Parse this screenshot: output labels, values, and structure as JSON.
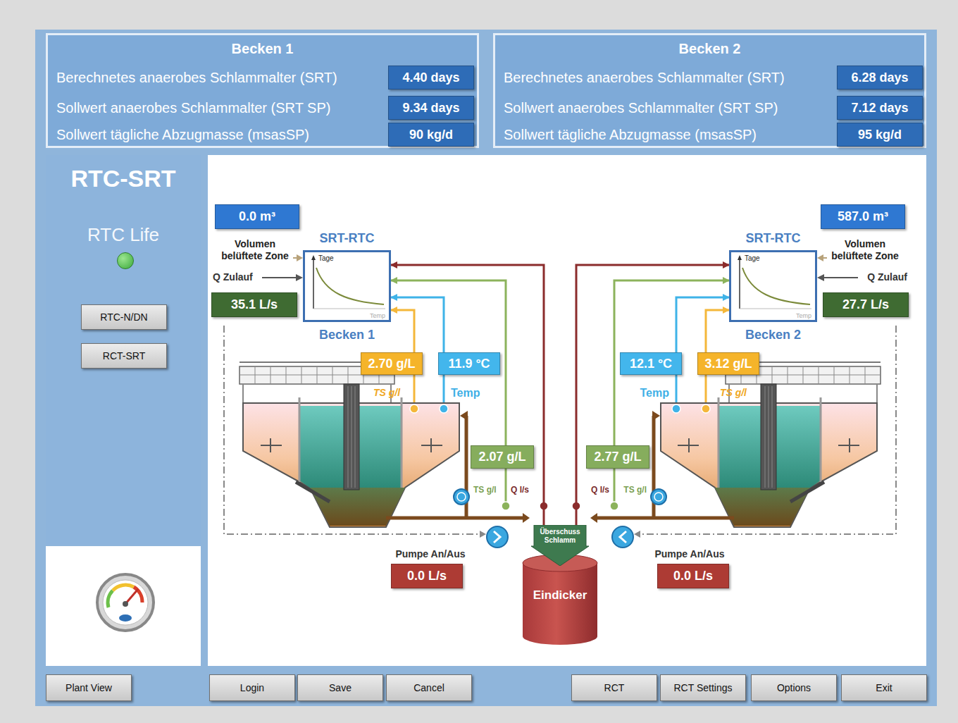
{
  "diagram": {
    "nodes": [
      {
        "text": [
          "Becken 1",
          "Berechnetes anaerobes Schlammalter (SRT)",
          "Sollwert anaerobes Schlammalter (SRT SP)",
          "Sollwert tägliche Abzugmasse (msasSP)"
        ]
      },
      {
        "text": [
          "4.40 days"
        ],
        "in": 0
      },
      {
        "text": [
          "9.34 days"
        ],
        "in": 0
      },
      {
        "text": [
          "90 kg/d"
        ],
        "in": 0
      },
      {
        "text": [
          "Becken 2",
          "Berechnetes anaerobes Schlammalter (SRT)",
          "Sollwert anaerobes Schlammalter (SRT SP)",
          "Sollwert tägliche Abzugmasse (msasSP)"
        ]
      },
      {
        "text": [
          "6.28 days"
        ],
        "in": 4
      },
      {
        "text": [
          "7.12 days"
        ],
        "in": 4
      },
      {
        "text": [
          "95 kg/d"
        ],
        "in": 4
      },
      {
        "text": [
          "RTC-SRT",
          "RTC Life"
        ]
      },
      {
        "text": [
          "RTC-N/DN"
        ],
        "in": 8
      },
      {
        "text": [
          "RCT-SRT"
        ],
        "in": 8
      },
      {
        "text": [
          "0.0 m³"
        ]
      },
      {
        "text": [
          "SRT-RTC",
          "Tage",
          "Temp",
          "Becken 1"
        ]
      },
      {
        "text": [
          "35.1 L/s"
        ]
      },
      {
        "text": [
          "2.70 g/L"
        ]
      },
      {
        "text": [
          "11.9 °C"
        ]
      },
      {
        "text": [
          "2.07 g/L"
        ]
      },
      {
        "text": [
          "0.0 L/s"
        ]
      },
      {
        "text": [
          "587.0 m³"
        ]
      },
      {
        "text": [
          "SRT-RTC",
          "Tage",
          "Temp",
          "Becken 2"
        ]
      },
      {
        "text": [
          "27.7 L/s"
        ]
      },
      {
        "text": [
          "12.1 °C"
        ]
      },
      {
        "text": [
          "3.12 g/L"
        ]
      },
      {
        "text": [
          "2.77 g/L"
        ]
      },
      {
        "text": [
          "0.0 L/s"
        ]
      },
      {
        "text": [
          "Überschuss Schlamm"
        ]
      },
      {
        "text": [
          "Eindicker"
        ]
      },
      {
        "text": [
          "Plant View"
        ]
      },
      {
        "text": [
          "Login"
        ]
      },
      {
        "text": [
          "Save"
        ]
      },
      {
        "text": [
          "Cancel"
        ]
      },
      {
        "text": [
          "RCT"
        ]
      },
      {
        "text": [
          "RCT Settings"
        ]
      },
      {
        "text": [
          "Options"
        ]
      },
      {
        "text": [
          "Exit"
        ]
      }
    ],
    "edges": [
      {
        "from": 14,
        "to": 12,
        "arrow": "to"
      },
      {
        "from": 15,
        "to": 12,
        "arrow": "to"
      },
      {
        "from": 16,
        "to": 12,
        "arrow": "to"
      },
      {
        "from": 25,
        "to": 12,
        "arrow": "to"
      },
      {
        "from": 22,
        "to": 19,
        "arrow": "to"
      },
      {
        "from": 21,
        "to": 19,
        "arrow": "to"
      },
      {
        "from": 23,
        "to": 19,
        "arrow": "to"
      },
      {
        "from": 25,
        "to": 19,
        "arrow": "to"
      }
    ],
    "labels": [
      "Volumen belüftete Zone",
      "Volumen belüftete Zone",
      "Q Zulauf",
      "Q Zulauf",
      "TS g/l",
      "Temp",
      "Temp",
      "TS g/l",
      "TS g/l",
      "Q l/s",
      "Q l/s",
      "TS g/l",
      "Pumpe An/Aus",
      "Pumpe An/Aus"
    ]
  }
}
